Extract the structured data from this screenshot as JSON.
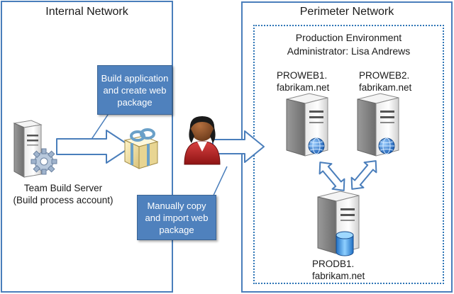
{
  "internal": {
    "title": "Internal Network"
  },
  "perimeter": {
    "title": "Perimeter Network"
  },
  "production": {
    "title": "Production Environment",
    "admin": "Administrator: Lisa Andrews"
  },
  "servers": {
    "proweb1": [
      "PROWEB1.",
      "fabrikam.net"
    ],
    "proweb2": [
      "PROWEB2.",
      "fabrikam.net"
    ],
    "prodb1": [
      "PRODB1.",
      "fabrikam.net"
    ]
  },
  "build_server": [
    "Team Build Server",
    "(Build process account)"
  ],
  "callouts": {
    "build": [
      "Build application",
      "and create web",
      "package"
    ],
    "copy": [
      "Manually copy",
      "and import web",
      "package"
    ]
  },
  "colors": {
    "panel_border": "#4a7ebb",
    "callout_fill": "#4f81bd",
    "arrow_fill": "#ffffff",
    "arrow_stroke": "#4a7ebb"
  }
}
